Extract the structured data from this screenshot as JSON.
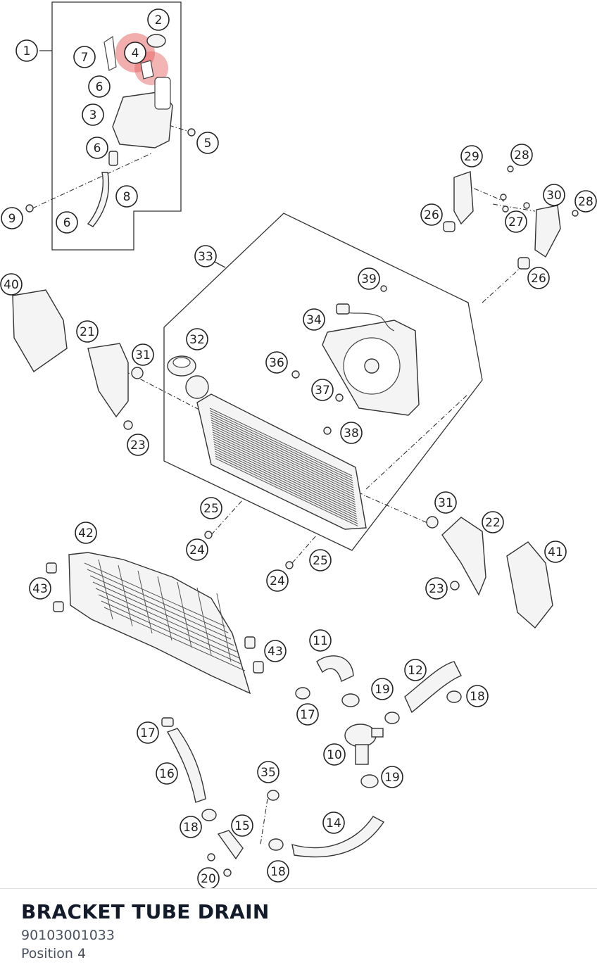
{
  "selected_part": {
    "title": "BRACKET TUBE DRAIN",
    "part_number": "90103001033",
    "position": "Position 4",
    "callout": "4"
  },
  "highlight_color": "#e86a6a",
  "callouts": [
    {
      "label": "1"
    },
    {
      "label": "2"
    },
    {
      "label": "7"
    },
    {
      "label": "4"
    },
    {
      "label": "6"
    },
    {
      "label": "3"
    },
    {
      "label": "5"
    },
    {
      "label": "6"
    },
    {
      "label": "8"
    },
    {
      "label": "9"
    },
    {
      "label": "6"
    },
    {
      "label": "29"
    },
    {
      "label": "28"
    },
    {
      "label": "30"
    },
    {
      "label": "28"
    },
    {
      "label": "26"
    },
    {
      "label": "27"
    },
    {
      "label": "26"
    },
    {
      "label": "33"
    },
    {
      "label": "39"
    },
    {
      "label": "40"
    },
    {
      "label": "34"
    },
    {
      "label": "21"
    },
    {
      "label": "31"
    },
    {
      "label": "32"
    },
    {
      "label": "36"
    },
    {
      "label": "37"
    },
    {
      "label": "38"
    },
    {
      "label": "23"
    },
    {
      "label": "31"
    },
    {
      "label": "22"
    },
    {
      "label": "41"
    },
    {
      "label": "25"
    },
    {
      "label": "24"
    },
    {
      "label": "25"
    },
    {
      "label": "24"
    },
    {
      "label": "23"
    },
    {
      "label": "42"
    },
    {
      "label": "43"
    },
    {
      "label": "43"
    },
    {
      "label": "11"
    },
    {
      "label": "12"
    },
    {
      "label": "19"
    },
    {
      "label": "18"
    },
    {
      "label": "17"
    },
    {
      "label": "17"
    },
    {
      "label": "10"
    },
    {
      "label": "19"
    },
    {
      "label": "16"
    },
    {
      "label": "35"
    },
    {
      "label": "14"
    },
    {
      "label": "18"
    },
    {
      "label": "15"
    },
    {
      "label": "18"
    },
    {
      "label": "20"
    }
  ]
}
